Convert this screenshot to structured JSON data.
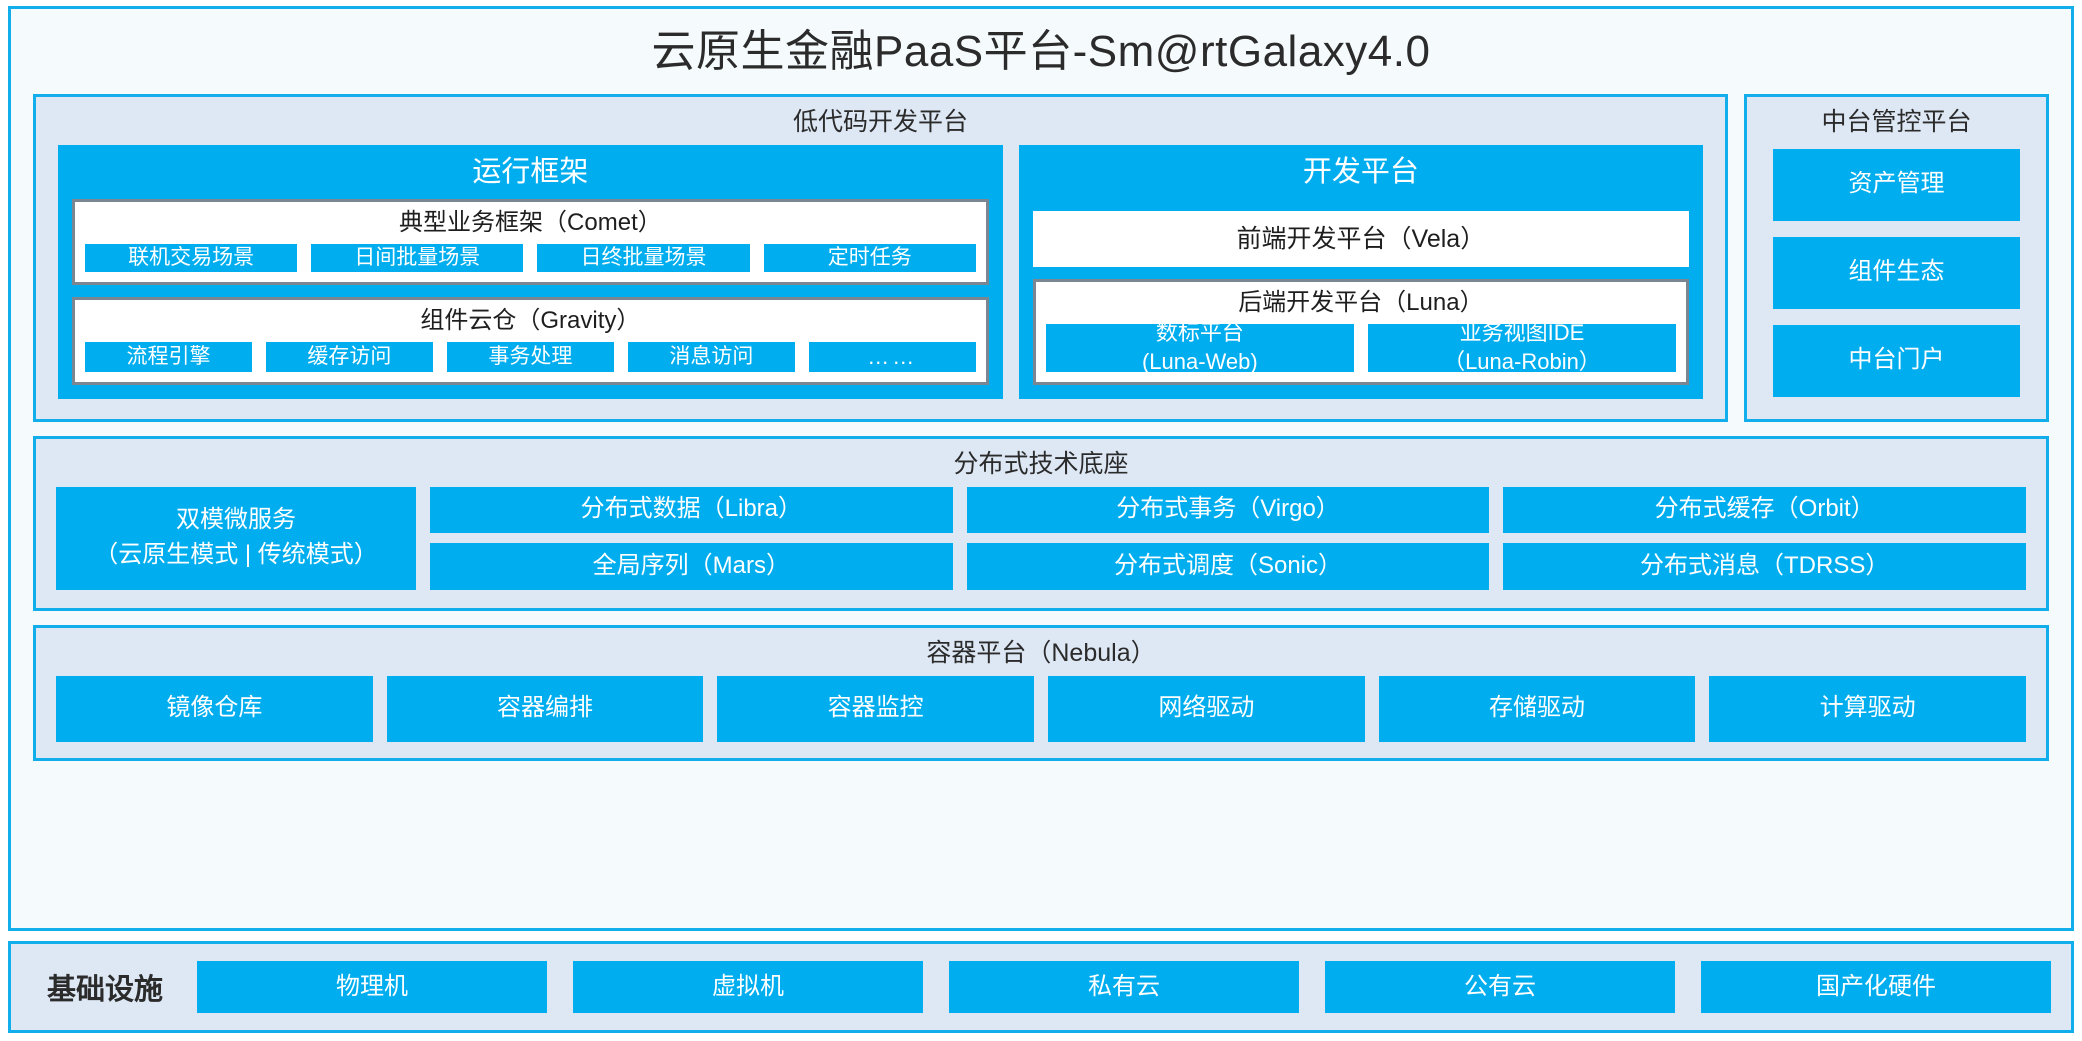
{
  "page": {
    "title": "云原生金融PaaS平台-Sm@rtGalaxy4.0",
    "accent_blue": "#00AEEF",
    "panel_bg": "#DEE8F5",
    "border_blue": "#12AEEC",
    "card_border_gray": "#7A8793",
    "outer_bg": "#F5FBFD"
  },
  "lowcode": {
    "title": "低代码开发平台",
    "runtime": {
      "title": "运行框架",
      "comet": {
        "title": "典型业务框架（Comet）",
        "items": [
          "联机交易场景",
          "日间批量场景",
          "日终批量场景",
          "定时任务"
        ]
      },
      "gravity": {
        "title": "组件云仓（Gravity）",
        "items": [
          "流程引擎",
          "缓存访问",
          "事务处理",
          "消息访问",
          "……"
        ]
      }
    },
    "devplatform": {
      "title": "开发平台",
      "frontend": "前端开发平台（Vela）",
      "backend": {
        "title": "后端开发平台（Luna）",
        "items": [
          {
            "name": "数标平台",
            "code": "(Luna-Web)"
          },
          {
            "name": "业务视图IDE",
            "code": "（Luna-Robin）"
          }
        ]
      }
    }
  },
  "midoffice": {
    "title": "中台管控平台",
    "items": [
      "资产管理",
      "组件生态",
      "中台门户"
    ]
  },
  "distributed": {
    "title": "分布式技术底座",
    "microservice": {
      "name": "双模微服务",
      "modes": "（云原生模式 | 传统模式）"
    },
    "columns": [
      {
        "top": "分布式数据（Libra）",
        "bottom": "全局序列（Mars）"
      },
      {
        "top": "分布式事务（Virgo）",
        "bottom": "分布式调度（Sonic）"
      },
      {
        "top": "分布式缓存（Orbit）",
        "bottom": "分布式消息（TDRSS）"
      }
    ]
  },
  "container": {
    "title": "容器平台（Nebula）",
    "items": [
      "镜像仓库",
      "容器编排",
      "容器监控",
      "网络驱动",
      "存储驱动",
      "计算驱动"
    ]
  },
  "infrastructure": {
    "label": "基础设施",
    "items": [
      "物理机",
      "虚拟机",
      "私有云",
      "公有云",
      "国产化硬件"
    ]
  }
}
